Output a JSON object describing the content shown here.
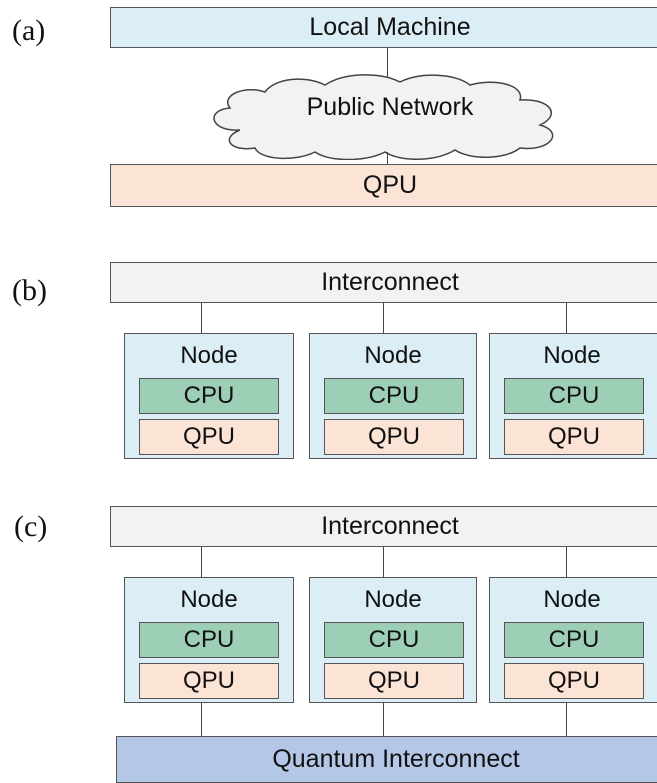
{
  "panel_a": {
    "label": "(a)",
    "top_box": "Local Machine",
    "cloud": "Public Network",
    "bottom_box": "QPU"
  },
  "panel_b": {
    "label": "(b)",
    "interconnect": "Interconnect",
    "nodes": [
      {
        "title": "Node",
        "cpu": "CPU",
        "qpu": "QPU"
      },
      {
        "title": "Node",
        "cpu": "CPU",
        "qpu": "QPU"
      },
      {
        "title": "Node",
        "cpu": "CPU",
        "qpu": "QPU"
      }
    ]
  },
  "panel_c": {
    "label": "(c)",
    "interconnect": "Interconnect",
    "nodes": [
      {
        "title": "Node",
        "cpu": "CPU",
        "qpu": "QPU"
      },
      {
        "title": "Node",
        "cpu": "CPU",
        "qpu": "QPU"
      },
      {
        "title": "Node",
        "cpu": "CPU",
        "qpu": "QPU"
      }
    ],
    "quantum_interconnect": "Quantum Interconnect"
  }
}
